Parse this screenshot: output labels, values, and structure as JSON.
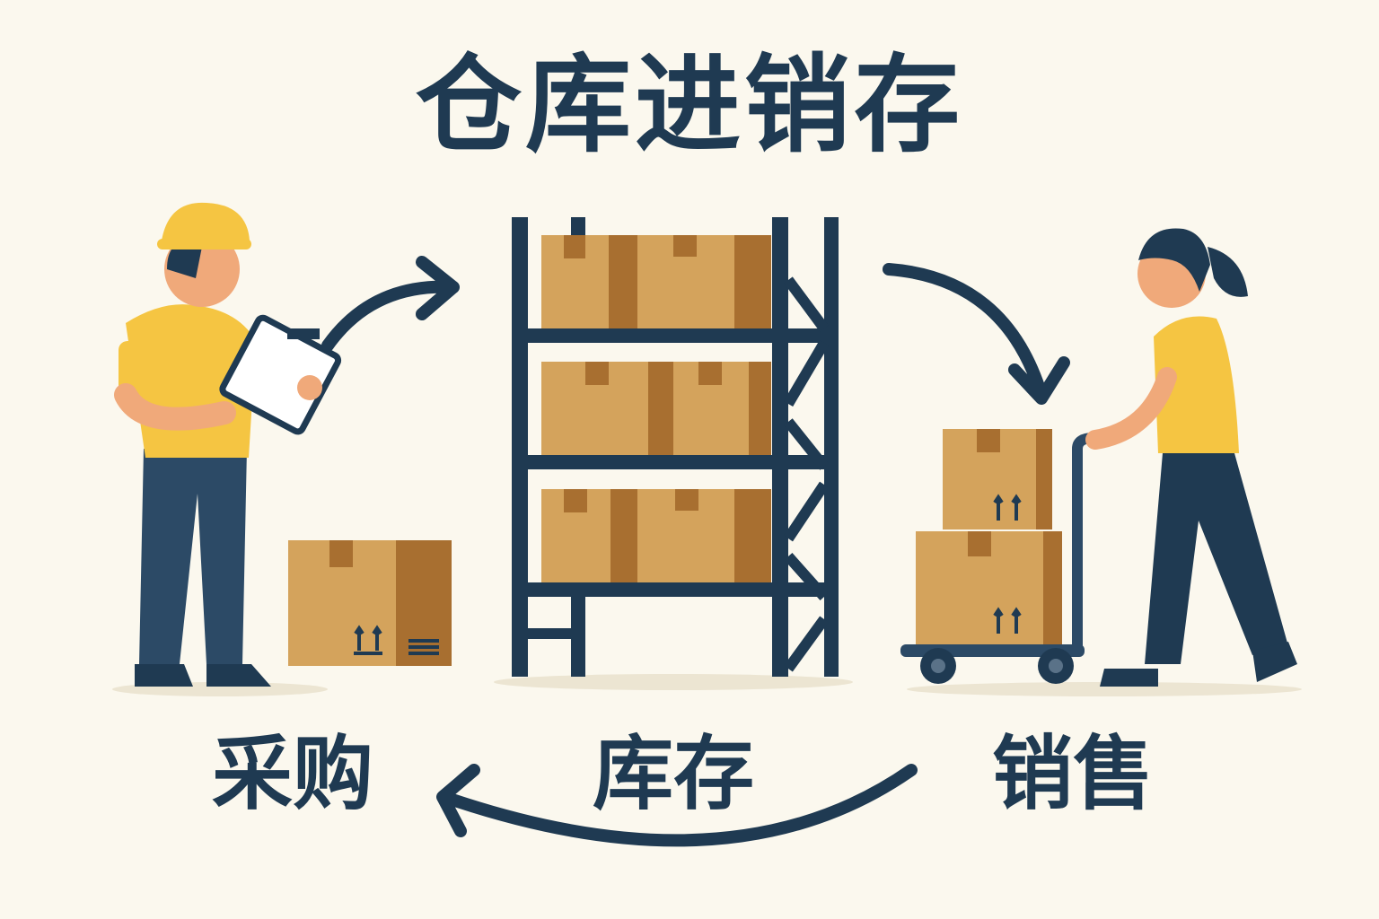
{
  "title": "仓库进销存",
  "labels": {
    "purchase": "采购",
    "inventory": "库存",
    "sales": "销售"
  },
  "colors": {
    "background": "#fbf8ee",
    "navy": "#1f3a52",
    "box": "#d4a35c",
    "box_dark": "#a86f30",
    "shirt": "#f5c542",
    "skin": "#f0a97a"
  }
}
